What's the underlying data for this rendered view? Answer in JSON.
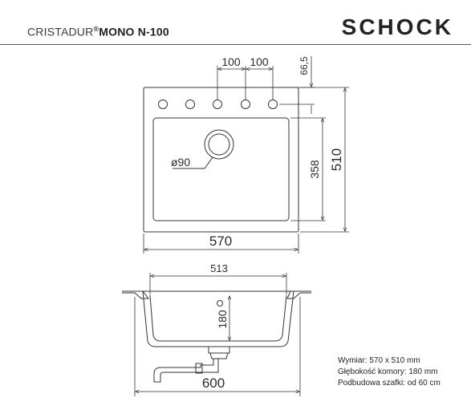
{
  "header": {
    "product_line": "CRISTADUR",
    "registered_mark": "®",
    "model": "MONO N-100",
    "brand": "SCHOCK"
  },
  "top_view": {
    "dim_spacing_1": "100",
    "dim_spacing_2": "100",
    "dim_edge_offset": "66,5",
    "dim_drain": "ø90",
    "dim_bowl_depth": "358",
    "dim_total_depth": "510",
    "dim_total_width": "570"
  },
  "side_view": {
    "dim_bowl_width": "513",
    "dim_bowl_height": "180",
    "dim_cabinet": "600"
  },
  "specs": [
    "Wymiar:  570 x 510 mm",
    "Głębokość komory: 180 mm",
    "Podbudowa szafki: od 60 cm"
  ]
}
